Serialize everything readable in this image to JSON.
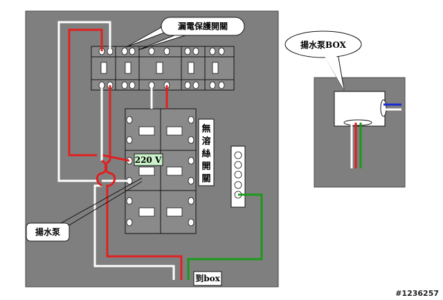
{
  "labels": {
    "leakage_breaker": "漏電保護開關",
    "no_fuse_breaker": "無溶絲開關",
    "voltage": "220 V",
    "pump": "揚水泵",
    "to_box": "到box",
    "pump_box": "揚水泵BOX"
  },
  "watermark": "#1236257",
  "colors": {
    "panel": "#7f7f7f",
    "wire_red": "#e02020",
    "wire_white": "#ffffff",
    "wire_green": "#1a9a1a",
    "wire_blue": "#1a2ad0",
    "voltage_bg": "#c9f2c9"
  }
}
